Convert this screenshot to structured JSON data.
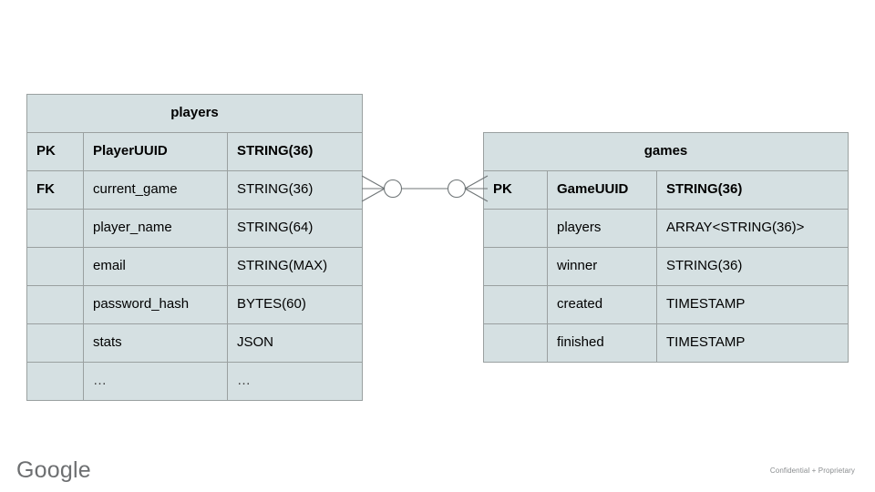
{
  "slide": {
    "background": "#ffffff",
    "entity_fill": "#d5e0e2",
    "entity_border": "#9aa0a0",
    "connector_color": "#6f7577"
  },
  "entities": [
    {
      "name": "players",
      "title": "players",
      "rows": [
        {
          "key": "PK",
          "field": "PlayerUUID",
          "type": "STRING(36)",
          "bold": true
        },
        {
          "key": "FK",
          "field": "current_game",
          "type": "STRING(36)",
          "bold": false
        },
        {
          "key": "",
          "field": "player_name",
          "type": "STRING(64)",
          "bold": false
        },
        {
          "key": "",
          "field": "email",
          "type": "STRING(MAX)",
          "bold": false
        },
        {
          "key": "",
          "field": "password_hash",
          "type": "BYTES(60)",
          "bold": false
        },
        {
          "key": "",
          "field": "stats",
          "type": "JSON",
          "bold": false
        },
        {
          "key": "",
          "field": "…",
          "type": "…",
          "bold": false
        }
      ]
    },
    {
      "name": "games",
      "title": "games",
      "rows": [
        {
          "key": "PK",
          "field": "GameUUID",
          "type": "STRING(36)",
          "bold": true
        },
        {
          "key": "",
          "field": "players",
          "type": "ARRAY<STRING(36)>",
          "bold": false
        },
        {
          "key": "",
          "field": "winner",
          "type": "STRING(36)",
          "bold": false
        },
        {
          "key": "",
          "field": "created",
          "type": "TIMESTAMP",
          "bold": false
        },
        {
          "key": "",
          "field": "finished",
          "type": "TIMESTAMP",
          "bold": false
        }
      ]
    }
  ],
  "relationship": {
    "from": "players.current_game",
    "to": "games.GameUUID",
    "left_cardinality": "zero-or-many",
    "right_cardinality": "zero-or-many"
  },
  "footer": {
    "logo": "Google",
    "note": "Confidential + Proprietary"
  }
}
